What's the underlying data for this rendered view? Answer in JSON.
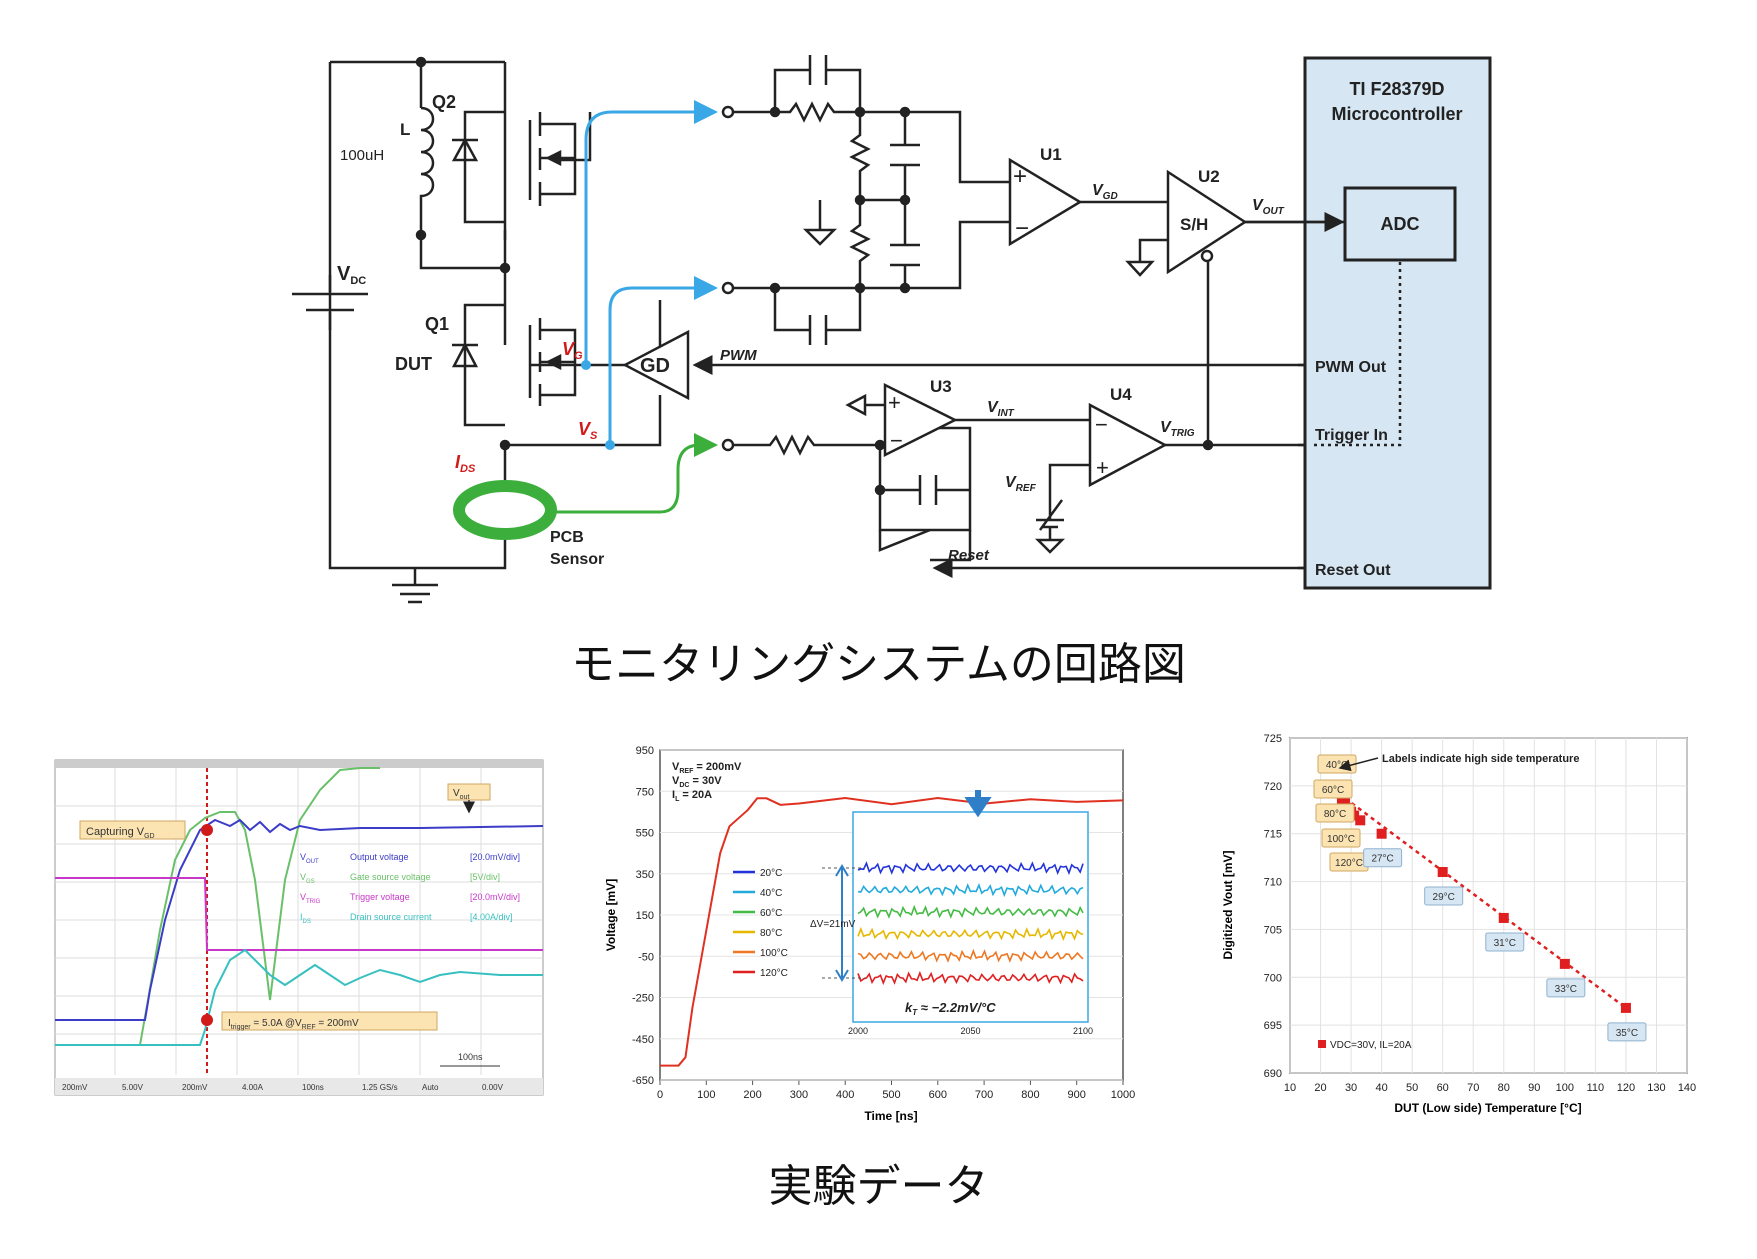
{
  "captions": {
    "circuit": "モニタリングシステムの回路図",
    "experiment": "実験データ"
  },
  "circuit": {
    "mcu_title_1": "TI F28379D",
    "mcu_title_2": "Microcontroller",
    "adc": "ADC",
    "pwm_out": "PWM Out",
    "trigger_in": "Trigger In",
    "reset_out": "Reset Out",
    "l_label": "L",
    "l_value": "100uH",
    "q2": "Q2",
    "q1": "Q1",
    "dut": "DUT",
    "vdc": "V",
    "vdc_sub": "DC",
    "gd": "GD",
    "pwm": "PWM",
    "vg": "V",
    "vg_sub": "G",
    "vs": "V",
    "vs_sub": "S",
    "ids": "I",
    "ids_sub": "DS",
    "pcb_1": "PCB",
    "pcb_2": "Sensor",
    "u1": "U1",
    "u2": "U2",
    "u3": "U3",
    "u4": "U4",
    "sh": "S/H",
    "vgd": "V",
    "vgd_sub": "GD",
    "vout": "V",
    "vout_sub": "OUT",
    "vint": "V",
    "vint_sub": "INT",
    "vtrig": "V",
    "vtrig_sub": "TRIG",
    "vref": "V",
    "vref_sub": "REF",
    "reset": "Reset",
    "colors": {
      "blue_wire": "#3aa8e6",
      "green_wire": "#3cae3c",
      "mcu_fill": "#d6e6f2",
      "red_label": "#d11a1a"
    }
  },
  "scope": {
    "capturing": "Capturing V",
    "capturing_sub": "GD",
    "vout_tag": "V",
    "vout_tag_sub": "out",
    "legend": [
      {
        "name": "V",
        "sub": "OUT",
        "desc": "Output voltage",
        "scale": "[20.0mV/div]",
        "color": "#3c3cc8"
      },
      {
        "name": "V",
        "sub": "GS",
        "desc": "Gate source voltage",
        "scale": "[5V/div]",
        "color": "#6ac06a"
      },
      {
        "name": "V",
        "sub": "TRIG",
        "desc": "Trigger voltage",
        "scale": "[20.0mV/div]",
        "color": "#c838c8"
      },
      {
        "name": "I",
        "sub": "DS",
        "desc": "Drain source current",
        "scale": "[4.00A/div]",
        "color": "#38c0c0"
      }
    ],
    "trigger_note": "I",
    "trigger_note_sub": "trigger",
    "trigger_note_rest": " = 5.0A @V",
    "trigger_note_sub2": "REF",
    "trigger_note_end": " = 200mV",
    "time_div": "100ns",
    "status_bar": [
      "200mV",
      "5.00V",
      "200mV",
      "4.00A",
      "100ns",
      "1.25 GS/s",
      "Auto",
      "0.00V"
    ]
  },
  "chart_data": [
    {
      "type": "line",
      "title": "",
      "xlabel": "Time [ns]",
      "ylabel": "Voltage [mV]",
      "xlim": [
        0,
        1000
      ],
      "ylim": [
        -650,
        950
      ],
      "xticks": [
        0,
        100,
        200,
        300,
        400,
        500,
        600,
        700,
        800,
        900,
        1000
      ],
      "yticks": [
        -650,
        -450,
        -250,
        -50,
        150,
        350,
        550,
        750,
        950
      ],
      "annotations": [
        "V",
        "REF",
        " = 200mV",
        "V",
        "DC",
        " = 30V",
        "I",
        "L",
        " = 20A"
      ],
      "series": [
        {
          "name": "20°C",
          "color": "#2233dd"
        },
        {
          "name": "40°C",
          "color": "#22aadd"
        },
        {
          "name": "60°C",
          "color": "#44bb44"
        },
        {
          "name": "80°C",
          "color": "#e6b800"
        },
        {
          "name": "100°C",
          "color": "#ee7722"
        },
        {
          "name": "120°C",
          "color": "#e02020"
        }
      ],
      "main_trace": {
        "x": [
          0,
          40,
          55,
          70,
          90,
          110,
          130,
          150,
          170,
          190,
          210,
          230,
          260,
          300,
          400,
          500,
          600,
          700,
          800,
          900,
          1000
        ],
        "y": [
          -580,
          -580,
          -540,
          -300,
          -50,
          200,
          450,
          580,
          620,
          660,
          710,
          720,
          700,
          705,
          700,
          705,
          700,
          705,
          700,
          705,
          705
        ]
      },
      "inset": {
        "xlim": [
          2000,
          2100
        ],
        "xticks": [
          2000,
          2050,
          2100
        ],
        "levels": [
          100,
          80,
          60,
          40,
          20,
          0
        ],
        "delta_label": "ΔV=21mV",
        "kt_label": "k",
        "kt_sub": "T",
        "kt_value": " ≈ −2.2mV/°C"
      }
    },
    {
      "type": "scatter",
      "title": "",
      "xlabel": "DUT (Low side) Temperature [°C]",
      "ylabel": "Digitized Vout [mV]",
      "xlim": [
        10,
        140
      ],
      "ylim": [
        690,
        725
      ],
      "xticks": [
        10,
        20,
        30,
        40,
        50,
        60,
        70,
        80,
        90,
        100,
        110,
        120,
        130,
        140
      ],
      "yticks": [
        690,
        695,
        700,
        705,
        710,
        715,
        720,
        725
      ],
      "grid": true,
      "legend": "bottom-left",
      "series": [
        {
          "name": "VDC=30V, IL=20A",
          "color": "#e02020",
          "x": [
            26,
            27,
            28,
            29,
            30,
            31,
            33,
            40,
            60,
            80,
            100,
            120
          ],
          "y": [
            719.2,
            718.6,
            718.2,
            717.7,
            717.3,
            716.9,
            716.4,
            715.0,
            711.0,
            706.2,
            701.4,
            696.8
          ]
        }
      ],
      "label_note": "Labels indicate high side temperature",
      "high_side_labels": [
        {
          "text": "40°C",
          "kind": "tan"
        },
        {
          "text": "60°C",
          "kind": "tan"
        },
        {
          "text": "80°C",
          "kind": "tan"
        },
        {
          "text": "100°C",
          "kind": "tan"
        },
        {
          "text": "120°C",
          "kind": "tan"
        },
        {
          "text": "27°C",
          "kind": "blue"
        },
        {
          "text": "29°C",
          "kind": "blue"
        },
        {
          "text": "31°C",
          "kind": "blue"
        },
        {
          "text": "33°C",
          "kind": "blue"
        },
        {
          "text": "35°C",
          "kind": "blue"
        }
      ]
    }
  ]
}
